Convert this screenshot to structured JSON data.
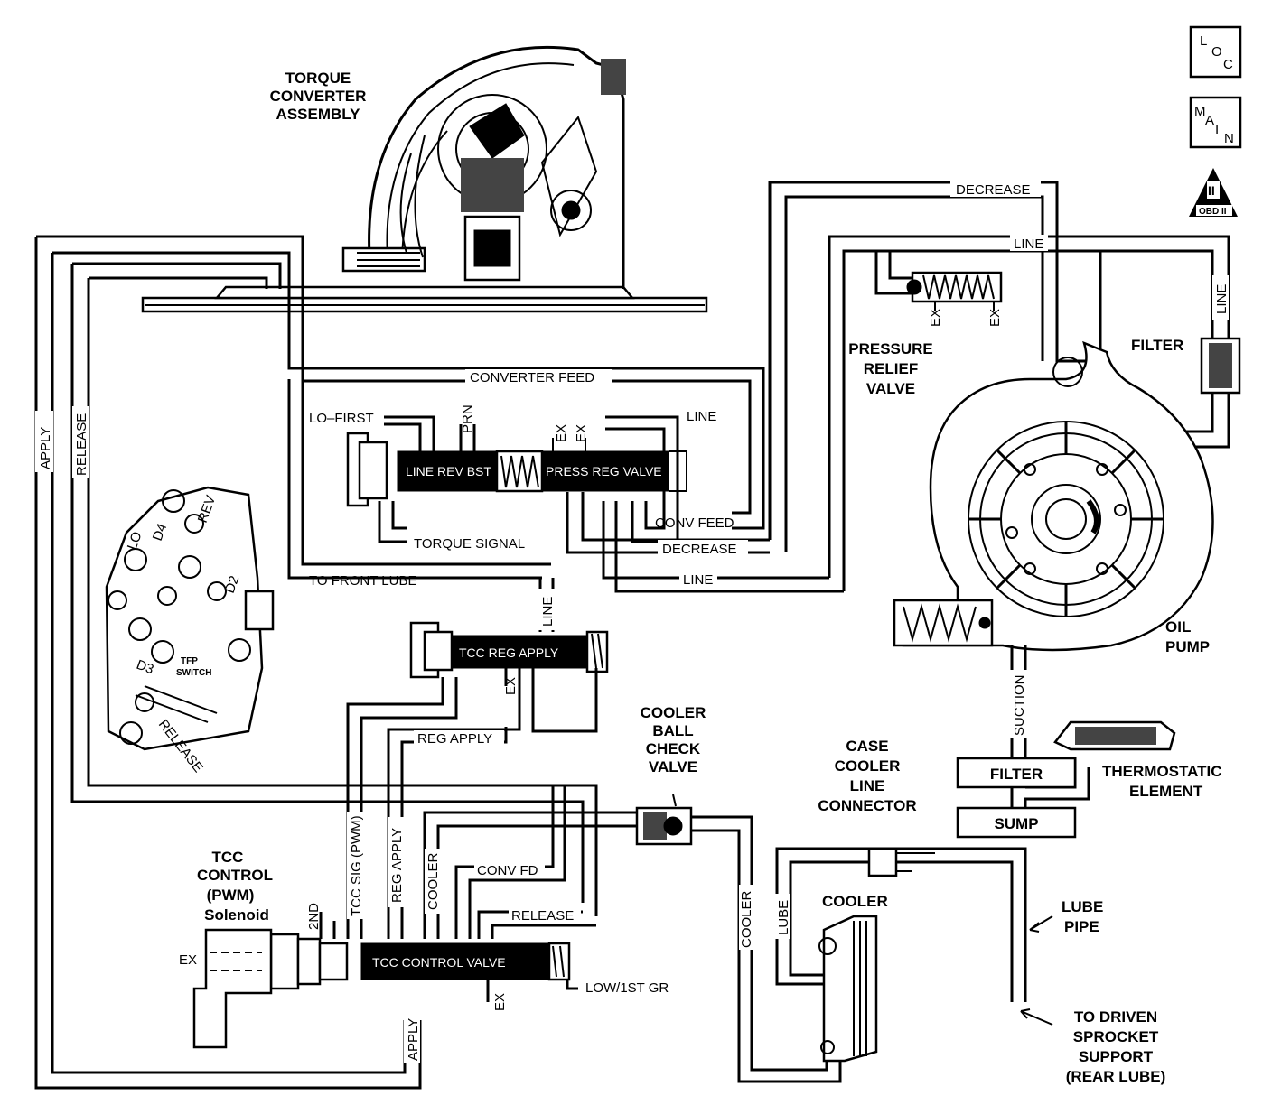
{
  "badges": {
    "loc": [
      "L",
      "O",
      "C"
    ],
    "main": [
      "M",
      "A",
      "I",
      "N"
    ],
    "obd_numeral": "II",
    "obd_text": "OBD II"
  },
  "titles": {
    "torque_converter": [
      "TORQUE",
      "CONVERTER",
      "ASSEMBLY"
    ],
    "pressure_relief": [
      "PRESSURE",
      "RELIEF",
      "VALVE"
    ],
    "oil_pump": [
      "OIL",
      "PUMP"
    ],
    "cooler_ball_check": [
      "COOLER",
      "BALL",
      "CHECK",
      "VALVE"
    ],
    "case_cooler": [
      "CASE",
      "COOLER",
      "LINE",
      "CONNECTOR"
    ],
    "thermostatic": [
      "THERMOSTATIC",
      "ELEMENT"
    ],
    "tcc_solenoid": [
      "TCC",
      "CONTROL",
      "(PWM)",
      "Solenoid"
    ],
    "lube_pipe": [
      "LUBE",
      "PIPE"
    ],
    "to_driven": [
      "TO DRIVEN",
      "SPROCKET",
      "SUPPORT",
      "(REAR LUBE)"
    ],
    "cooler": "COOLER",
    "filter_pump": "FILTER"
  },
  "valves": {
    "line_rev_bst": "LINE REV BST",
    "press_reg": "PRESS REG VALVE",
    "tcc_reg_apply": "TCC REG APPLY",
    "tcc_control": "TCC CONTROL VALVE"
  },
  "passages": {
    "decrease_top": "DECREASE",
    "line_top": "LINE",
    "line_right": "LINE",
    "converter_feed": "CONVERTER FEED",
    "lo_first": "LO–FIRST",
    "prn": "PRN",
    "ex": "EX",
    "line_pr": "LINE",
    "conv_feed": "CONV FEED",
    "torque_signal": "TORQUE SIGNAL",
    "decrease_mid": "DECREASE",
    "to_front_lube": "TO FRONT LUBE",
    "line_mid": "LINE",
    "line_vert": "LINE",
    "reg_apply": "REG APPLY",
    "apply_left": "APPLY",
    "release_left": "RELEASE",
    "release_tfp": "RELEASE",
    "tcc_sig": "TCC SIG (PWM)",
    "reg_apply_vert": "REG APPLY",
    "cooler_vert": "COOLER",
    "conv_fd": "CONV FD",
    "release_bottom": "RELEASE",
    "low_1st": "LOW/1ST GR",
    "second": "2ND",
    "apply_bottom": "APPLY",
    "cooler_line": "COOLER",
    "lube_vert": "LUBE",
    "suction": "SUCTION"
  },
  "tfp": {
    "lo": "LO",
    "d4": "D4",
    "rev": "REV",
    "d2": "D2",
    "d3": "D3",
    "switch": [
      "TFP",
      "SWITCH"
    ]
  },
  "boxes": {
    "filter": "FILTER",
    "sump": "SUMP"
  }
}
